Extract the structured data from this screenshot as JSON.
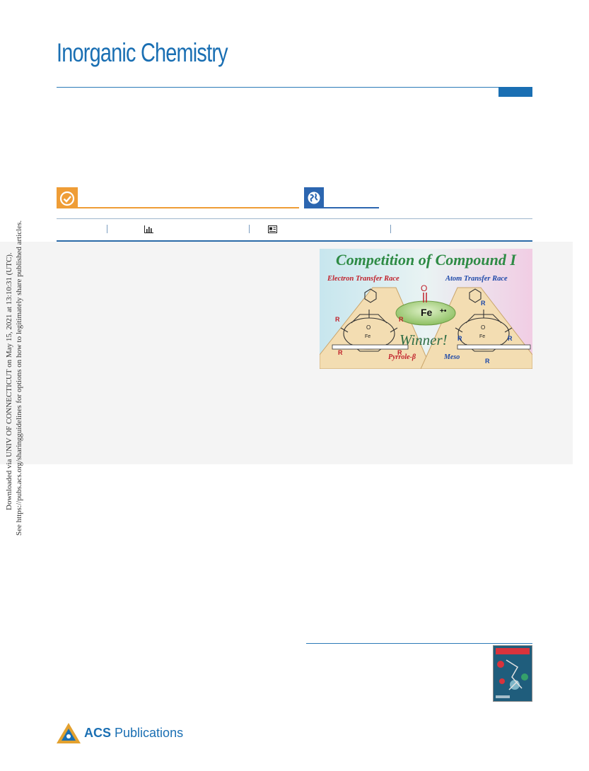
{
  "journal": {
    "title": "Inorganic Chemistry"
  },
  "colors": {
    "journal_blue": "#1a6fb3",
    "editors_choice_orange": "#ef9d36",
    "open_access_blue": "#2c66b0",
    "abstract_bg": "#f4f4f4"
  },
  "badges": [
    {
      "name": "editors-choice",
      "icon": "check-circle-icon"
    },
    {
      "name": "open-access",
      "icon": "globe-icon"
    }
  ],
  "metrics_bar": {
    "icons": [
      "bar-chart-icon",
      "article-icon"
    ]
  },
  "toc_graphic": {
    "title": "Competition of Compound I",
    "left_label": "Electron Transfer Race",
    "right_label": "Atom Transfer Race",
    "center_label": "Fe",
    "radical_label": "+•",
    "oxo_label": "O",
    "winner_label": "Winner!",
    "left_bottom_label": "Pyrrole-β",
    "right_bottom_label": "Meso",
    "substituent_label": "R"
  },
  "side_notes": {
    "download": "Downloaded via UNIV OF CONNECTICUT on May 15, 2021 at 13:10:31 (UTC).",
    "sharing": "See https://pubs.acs.org/sharingguidelines for options on how to legitimately share published articles."
  },
  "publisher": {
    "bold": "ACS",
    "rest": " Publications"
  }
}
